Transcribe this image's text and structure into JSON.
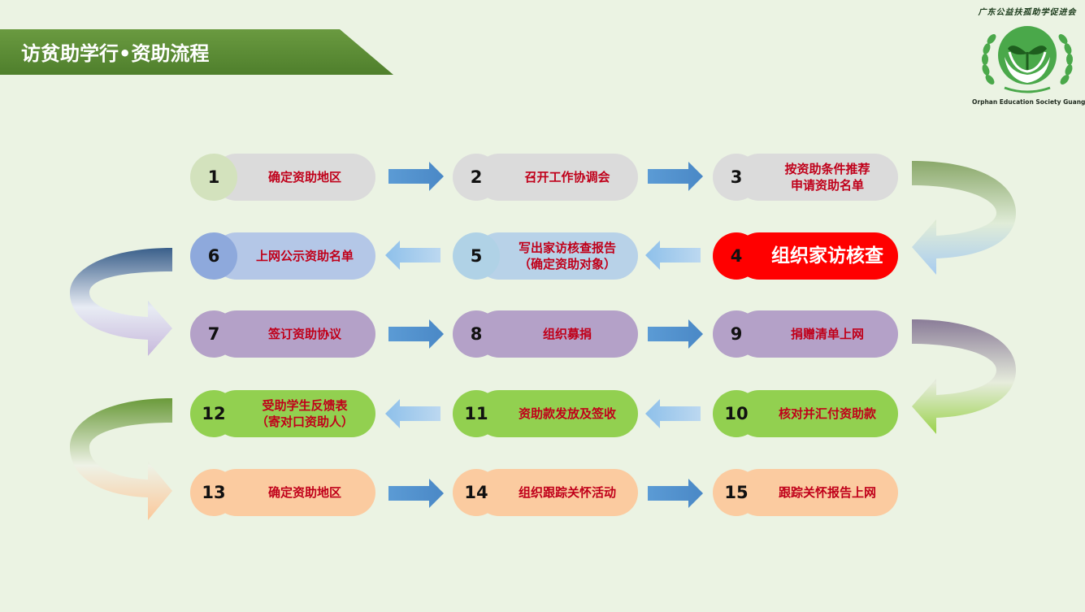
{
  "header": {
    "title": "访贫助学行•资助流程"
  },
  "logo": {
    "motto": "广东公益扶孤助学促进会",
    "caption": "Orphan Education Society Guangdong",
    "icon": "sprout-in-hands-icon",
    "colors": {
      "green": "#4aa84a",
      "dark_green": "#2e7d32"
    }
  },
  "colors": {
    "banner": "#5a8a35",
    "background": "#ebf3e3",
    "label_text": "#c0001a",
    "arrow_blue": "#5b9bd5",
    "arrow_light_blue": "#9dc3e6"
  },
  "steps": [
    {
      "num": "1",
      "label": "确定资助地区"
    },
    {
      "num": "2",
      "label": "召开工作协调会"
    },
    {
      "num": "3",
      "label": "按资助条件推荐\n申请资助名单"
    },
    {
      "num": "4",
      "label": "组织家访核查"
    },
    {
      "num": "5",
      "label": "写出家访核查报告\n（确定资助对象）"
    },
    {
      "num": "6",
      "label": "上网公示资助名单"
    },
    {
      "num": "7",
      "label": "签订资助协议"
    },
    {
      "num": "8",
      "label": "组织募捐"
    },
    {
      "num": "9",
      "label": "捐赠清单上网"
    },
    {
      "num": "10",
      "label": "核对并汇付资助款"
    },
    {
      "num": "11",
      "label": "资助款发放及签收"
    },
    {
      "num": "12",
      "label": "受助学生反馈表\n（寄对口资助人）"
    },
    {
      "num": "13",
      "label": "确定资助地区"
    },
    {
      "num": "14",
      "label": "组织跟踪关怀活动"
    },
    {
      "num": "15",
      "label": "跟踪关怀报告上网"
    }
  ]
}
